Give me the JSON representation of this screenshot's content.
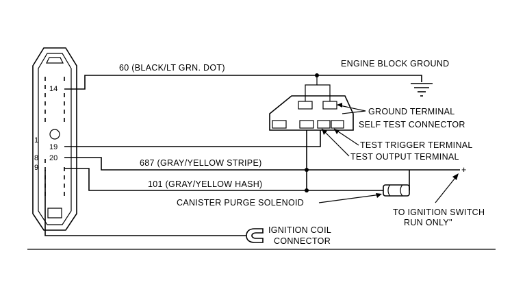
{
  "labels": {
    "wire_60": "60 (BLACK/LT  GRN. DOT)",
    "engine_block_ground": "ENGINE BLOCK GROUND",
    "ground_terminal": "GROUND TERMINAL",
    "self_test_connector": "SELF TEST CONNECTOR",
    "test_trigger_terminal": "TEST TRIGGER TERMINAL",
    "test_output_terminal": "TEST OUTPUT TERMINAL",
    "wire_687": "687 (GRAY/YELLOW STRIPE)",
    "wire_101": "101 (GRAY/YELLOW HASH)",
    "canister_purge_solenoid": "CANISTER PURGE SOLENOID",
    "to_ignition_switch_line1": "TO IGNITION SWITCH",
    "to_ignition_switch_line2": "RUN ONLY\"",
    "ignition_coil_line1": "IGNITION COIL",
    "ignition_coil_line2": "CONNECTOR"
  },
  "pins": {
    "p14": "14",
    "p19": "19",
    "p20": "20",
    "p8": "8",
    "p9": "9",
    "p1": "1"
  }
}
